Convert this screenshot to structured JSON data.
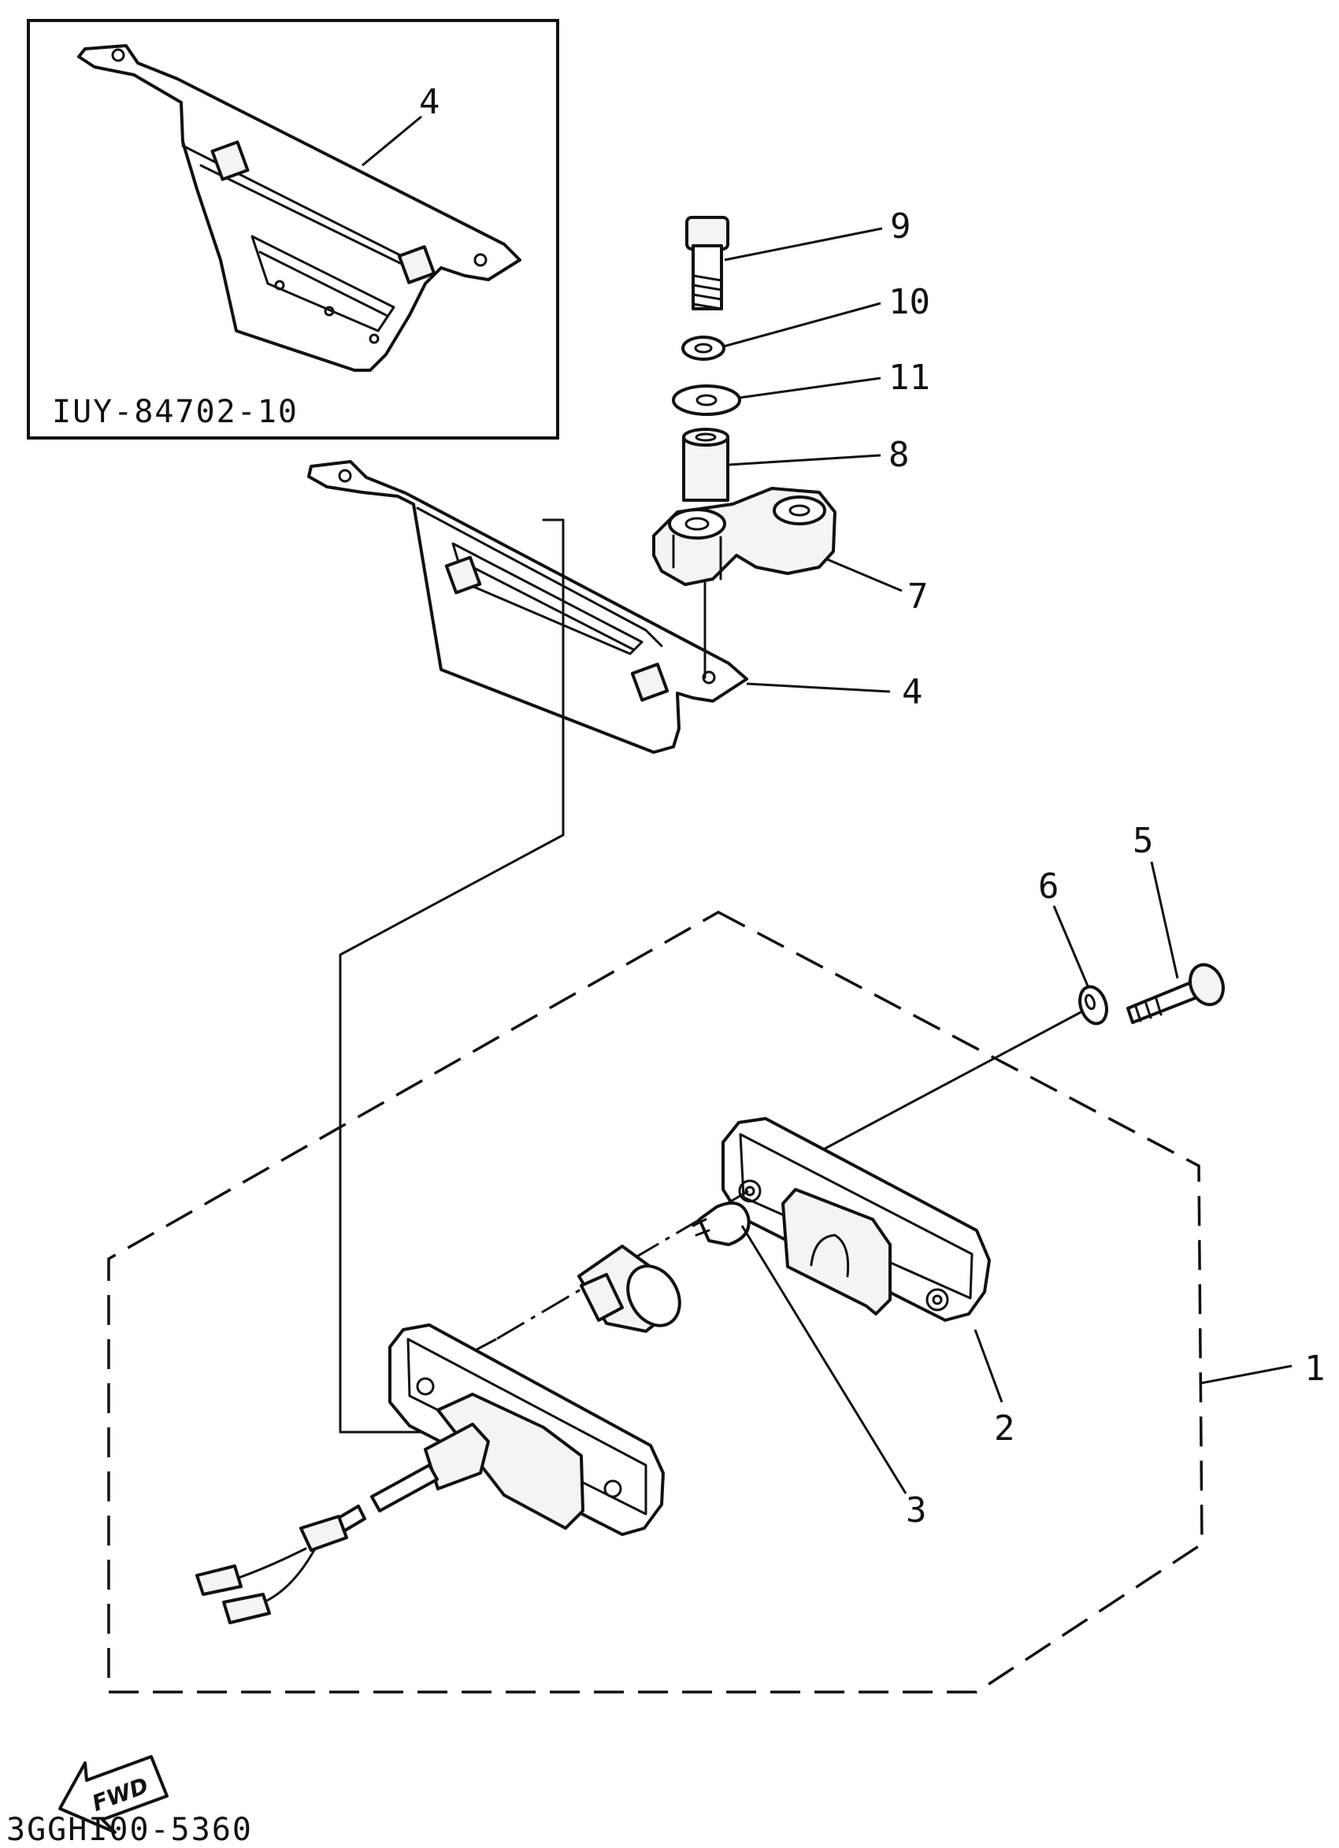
{
  "inset_part_number": "IUY-84702-10",
  "drawing_number": "3GGHI00-5360",
  "direction_label": "FWD",
  "callouts": {
    "c1": "1",
    "c2": "2",
    "c3": "3",
    "c4_inset": "4",
    "c4_main": "4",
    "c5": "5",
    "c6": "6",
    "c7": "7",
    "c8": "8",
    "c9": "9",
    "c10": "10",
    "c11": "11"
  },
  "colors": {
    "ink": "#111111",
    "paper": "#ffffff"
  }
}
